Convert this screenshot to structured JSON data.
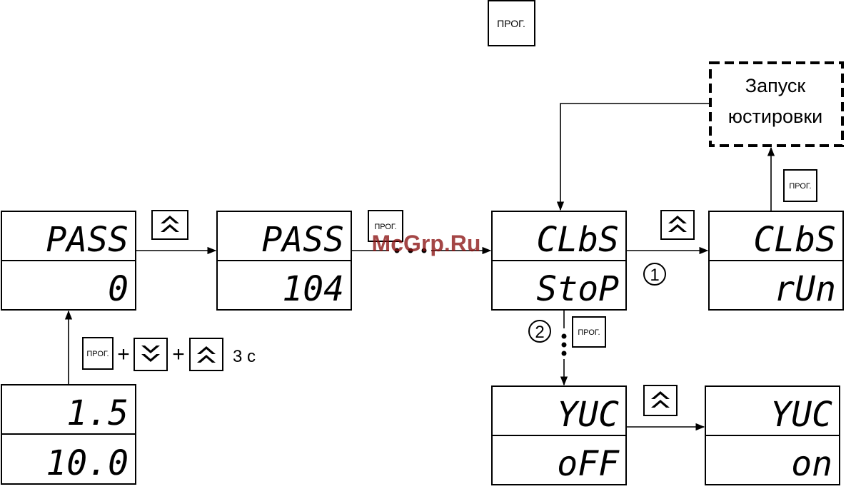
{
  "keys": {
    "prog": "ПРОГ.",
    "up_icon": "double-chevron-up-icon",
    "down_icon": "double-chevron-down-icon"
  },
  "displays": [
    {
      "top": "PASS",
      "bottom": "0"
    },
    {
      "top": "PASS",
      "bottom": "104"
    },
    {
      "top": "CLbS",
      "bottom": "StoP"
    },
    {
      "top": "CLbS",
      "bottom": "rUn"
    },
    {
      "top": "1.5",
      "bottom": "10.0"
    },
    {
      "top": "YUC",
      "bottom": "oFF"
    },
    {
      "top": "YUC",
      "bottom": "on"
    }
  ],
  "launch_box": {
    "line1": "Запуск",
    "line2": "юстировки"
  },
  "combo": {
    "plus": "+",
    "duration": "3 с"
  },
  "markers": {
    "one": "1",
    "two": "2"
  },
  "watermark": "McGrp.Ru",
  "colors": {
    "line": "#000000",
    "watermark": "#8a1212"
  }
}
